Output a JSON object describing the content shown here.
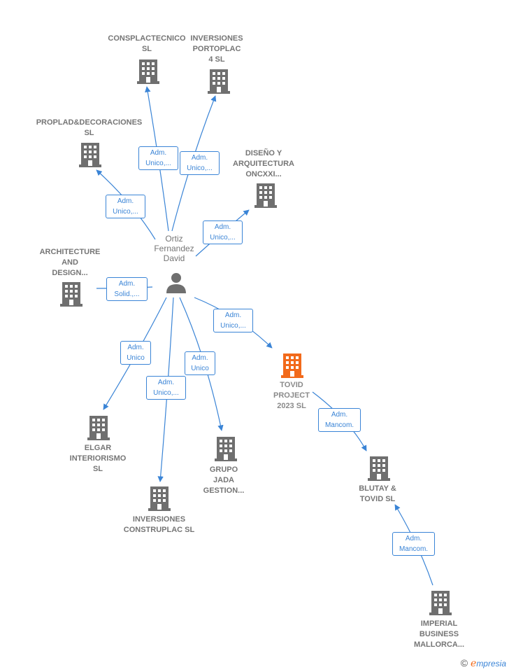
{
  "center": {
    "name": "Ortiz\nFernandez\nDavid"
  },
  "nodes": [
    {
      "id": "consplactecnico",
      "label": "CONSPLACTECNICO\nSL"
    },
    {
      "id": "inversiones-portoplac",
      "label": "INVERSIONES\nPORTOPLAC\n4  SL"
    },
    {
      "id": "proplad",
      "label": "PROPLAD&DECORACIONES\nSL"
    },
    {
      "id": "diseno",
      "label": "DISEÑO Y\nARQUITECTURA\nONCXXI..."
    },
    {
      "id": "architecture",
      "label": "ARCHITECTURE\nAND\nDESIGN..."
    },
    {
      "id": "tovid",
      "label": "TOVID\nPROJECT\n2023  SL"
    },
    {
      "id": "elgar",
      "label": "ELGAR\nINTERIORISMO\nSL"
    },
    {
      "id": "grupo-jada",
      "label": "GRUPO\nJADA\nGESTION..."
    },
    {
      "id": "inversiones-construplac",
      "label": "INVERSIONES\nCONSTRUPLAC SL"
    },
    {
      "id": "blutay",
      "label": "BLUTAY &\nTOVID  SL"
    },
    {
      "id": "imperial",
      "label": "IMPERIAL\nBUSINESS\nMALLORCA..."
    }
  ],
  "edges": [
    {
      "id": "e-consplac",
      "label": "Adm.\nUnico,..."
    },
    {
      "id": "e-portoplac",
      "label": "Adm.\nUnico,..."
    },
    {
      "id": "e-proplad",
      "label": "Adm.\nUnico,..."
    },
    {
      "id": "e-diseno",
      "label": "Adm.\nUnico,..."
    },
    {
      "id": "e-architecture",
      "label": "Adm.\nSolid.,..."
    },
    {
      "id": "e-tovid",
      "label": "Adm.\nUnico,..."
    },
    {
      "id": "e-elgar",
      "label": "Adm.\nUnico"
    },
    {
      "id": "e-construplac",
      "label": "Adm.\nUnico,..."
    },
    {
      "id": "e-grupo",
      "label": "Adm.\nUnico"
    },
    {
      "id": "e-blutay",
      "label": "Adm.\nMancom."
    },
    {
      "id": "e-imperial",
      "label": "Adm.\nMancom."
    }
  ],
  "colors": {
    "edge": "#3a84d6",
    "building": "#6f6f6f",
    "highlight": "#f26a1b"
  },
  "brand": {
    "copyright": "©",
    "name": "mpresia",
    "initial": "e"
  }
}
